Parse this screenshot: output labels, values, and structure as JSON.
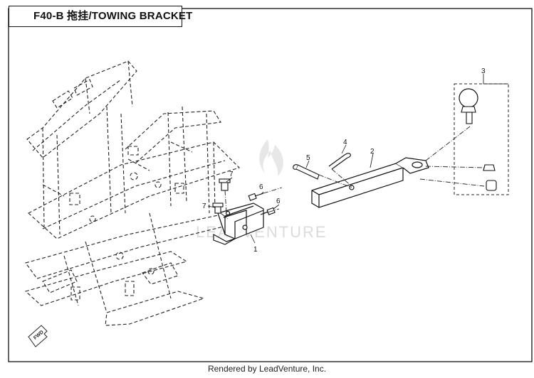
{
  "diagram": {
    "title": "F40-B 拖挂/TOWING BRACKET",
    "footer": "Rendered by LeadVenture, Inc.",
    "watermark": "LEADVENTURE",
    "direction_marker": "FWD",
    "callouts": {
      "bracket": "1",
      "tow_bar": "2",
      "hitch_ball": "3",
      "cotter_pin": "4",
      "hitch_pin": "5",
      "bolt_upper": "6",
      "bolt_lower": "6",
      "nut_upper": "7",
      "nut_lower": "7"
    }
  }
}
